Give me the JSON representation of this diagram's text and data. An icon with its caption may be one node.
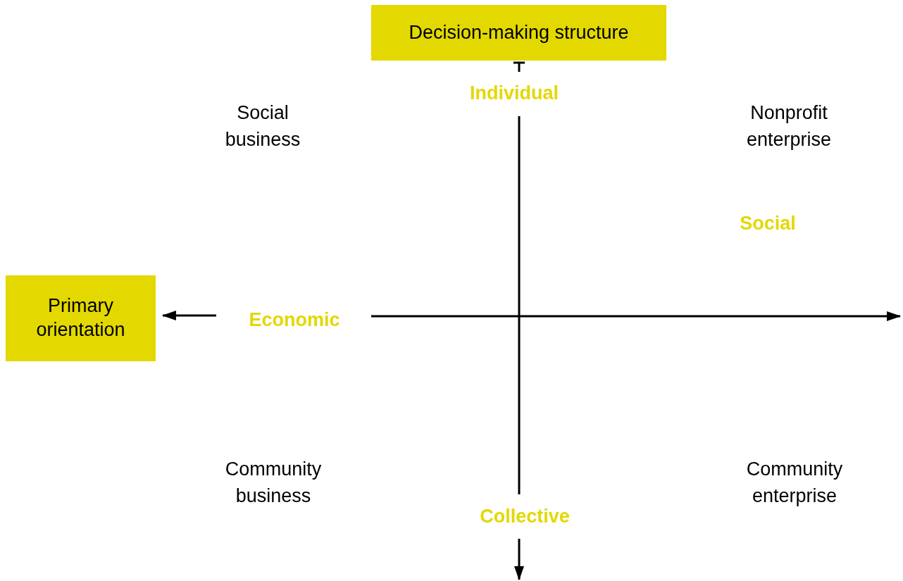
{
  "diagram": {
    "nodes": [
      {
        "text": [
          "Decision-making structure"
        ]
      },
      {
        "text": [
          "Primary orientation"
        ]
      }
    ],
    "edges": [
      {
        "from": null,
        "to": 1,
        "arrow": "to"
      }
    ],
    "labels": [
      "Individual",
      "Social business",
      "Nonprofit enterprise",
      "Social",
      "Economic",
      "Community business",
      "Community enterprise",
      "Collective"
    ]
  }
}
